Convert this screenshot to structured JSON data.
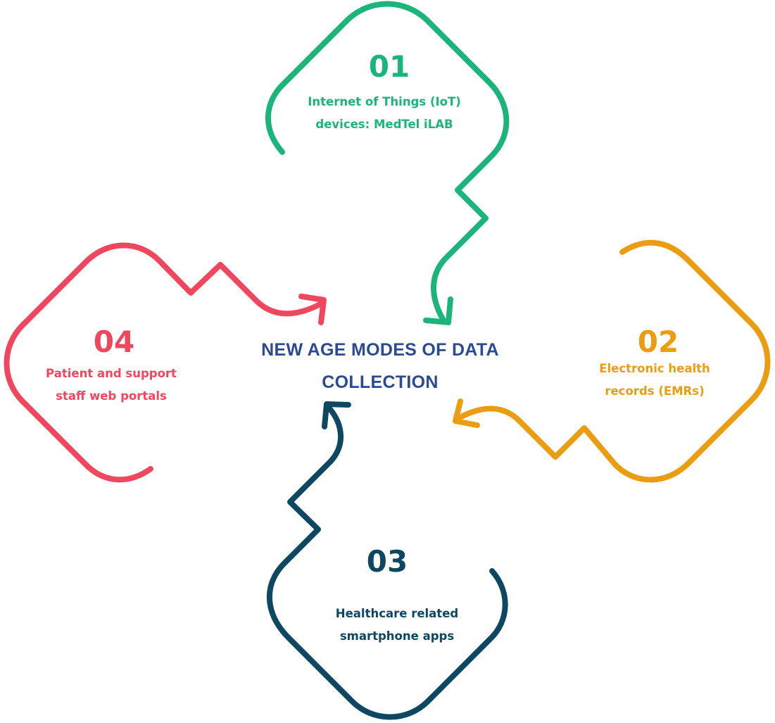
{
  "colors": {
    "step1": "#1bb57c",
    "step2": "#ea9d10",
    "step3": "#0d4761",
    "step4": "#f0475f",
    "center": "#2b4a93"
  },
  "center": {
    "line1": "NEW AGE MODES OF DATA",
    "line2": "COLLECTION"
  },
  "steps": [
    {
      "number": "01",
      "line1": "Internet of Things (IoT)",
      "line2": "devices: MedTel iLAB"
    },
    {
      "number": "02",
      "line1": "Electronic health",
      "line2": "records (EMRs)"
    },
    {
      "number": "03",
      "line1": "Healthcare related",
      "line2": "smartphone apps"
    },
    {
      "number": "04",
      "line1": "Patient and support",
      "line2": "staff web portals"
    }
  ]
}
